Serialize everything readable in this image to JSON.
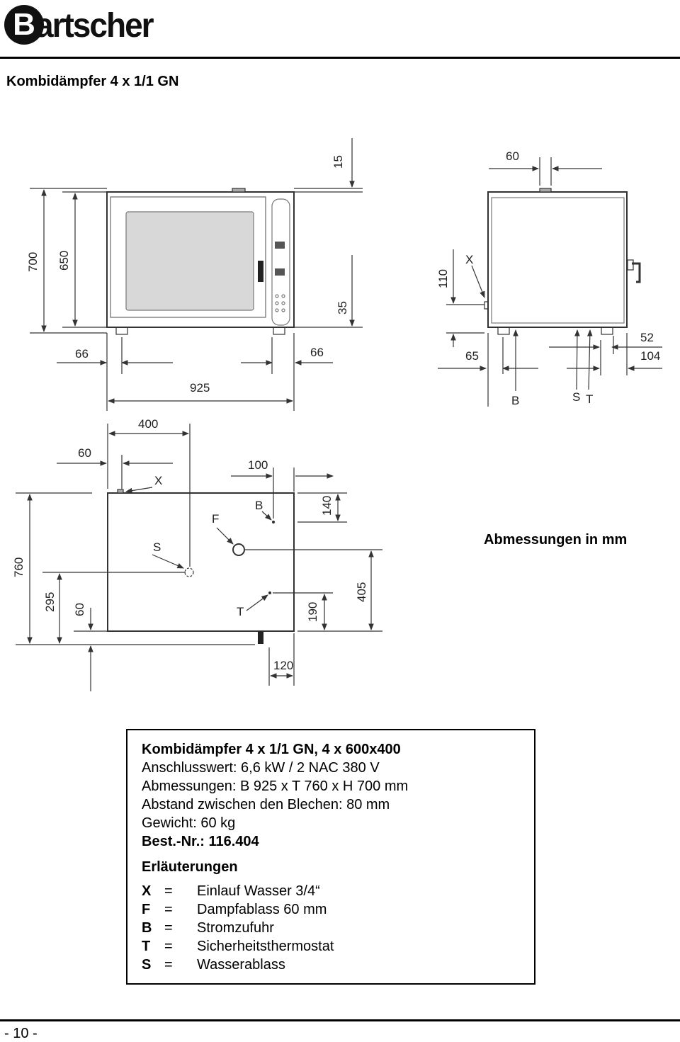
{
  "header": {
    "logo_mark": "B",
    "logo_text": "artscher",
    "title": "Kombidämpfer 4 x 1/1 GN"
  },
  "drawing": {
    "units_note": "Abmessungen in mm",
    "front_view": {
      "dims": [
        "15",
        "700",
        "650",
        "35",
        "66",
        "66",
        "925"
      ]
    },
    "side_view": {
      "dims": [
        "60",
        "110",
        "65",
        "52",
        "104"
      ],
      "labels": [
        "X",
        "B",
        "S",
        "T"
      ]
    },
    "top_view": {
      "dims": [
        "400",
        "60",
        "100",
        "140",
        "760",
        "295",
        "60",
        "190",
        "405",
        "120"
      ],
      "labels": [
        "X",
        "F",
        "B",
        "S",
        "T"
      ]
    }
  },
  "info": {
    "heading": "Kombidämpfer 4 x 1/1 GN, 4 x 600x400",
    "lines": [
      "Anschlusswert: 6,6 kW / 2 NAC 380 V",
      "Abmessungen: B 925 x T 760 x H 700 mm",
      "Abstand zwischen den Blechen: 80 mm",
      "Gewicht: 60 kg"
    ],
    "order_number": "Best.-Nr.: 116.404",
    "legend_title": "Erläuterungen",
    "legend": [
      {
        "key": "X",
        "eq": "=",
        "text": "Einlauf Wasser  3/4“"
      },
      {
        "key": "F",
        "eq": "=",
        "text": "Dampfablass 60 mm"
      },
      {
        "key": "B",
        "eq": "=",
        "text": "Stromzufuhr"
      },
      {
        "key": "T",
        "eq": "=",
        "text": "Sicherheitsthermostat"
      },
      {
        "key": "S",
        "eq": "=",
        "text": "Wasserablass"
      }
    ]
  },
  "footer": {
    "page_number": "- 10 -"
  }
}
